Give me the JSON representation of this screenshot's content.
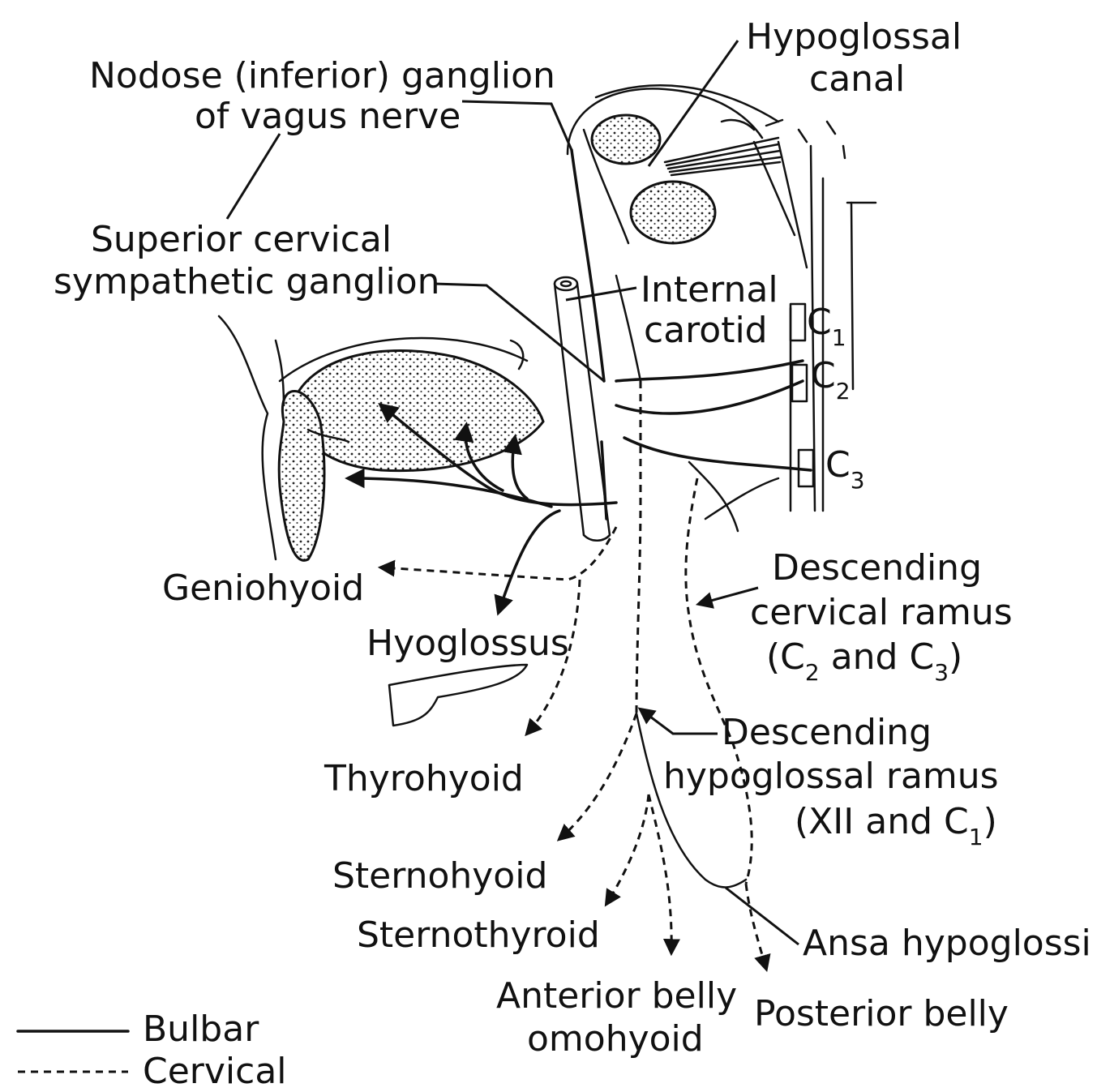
{
  "labels": {
    "hypoglossal_canal": [
      "Hypoglossal",
      "canal"
    ],
    "nodose_ganglion": [
      "Nodose (inferior) ganglion",
      "of vagus nerve"
    ],
    "superior_cervical_ganglion": [
      "Superior cervical",
      "sympathetic ganglion"
    ],
    "internal_carotid": [
      "Internal",
      "carotid"
    ],
    "c1": {
      "main": "C",
      "sub": "1"
    },
    "c2": {
      "main": "C",
      "sub": "2"
    },
    "c3": {
      "main": "C",
      "sub": "3"
    },
    "geniohyoid": "Geniohyoid",
    "hyoglossus": "Hyoglossus",
    "descending_cervical": {
      "line1": "Descending",
      "line2": "cervical ramus",
      "line3_a": "(C",
      "line3_sub1": "2",
      "line3_b": " and C",
      "line3_sub2": "3",
      "line3_c": ")"
    },
    "thyrohyoid": "Thyrohyoid",
    "descending_hypoglossal": {
      "line1": "Descending",
      "line2": "hypoglossal ramus",
      "line3_a": "(XII and C",
      "line3_sub": "1",
      "line3_b": ")"
    },
    "sternohyoid": "Sternohyoid",
    "sternothyroid": "Sternothyroid",
    "ansa_hypoglossi": "Ansa hypoglossi",
    "anterior_belly": [
      "Anterior belly",
      "omohyoid"
    ],
    "posterior_belly": "Posterior belly"
  },
  "legend": {
    "bulbar": "Bulbar",
    "cervical": "Cervical"
  }
}
